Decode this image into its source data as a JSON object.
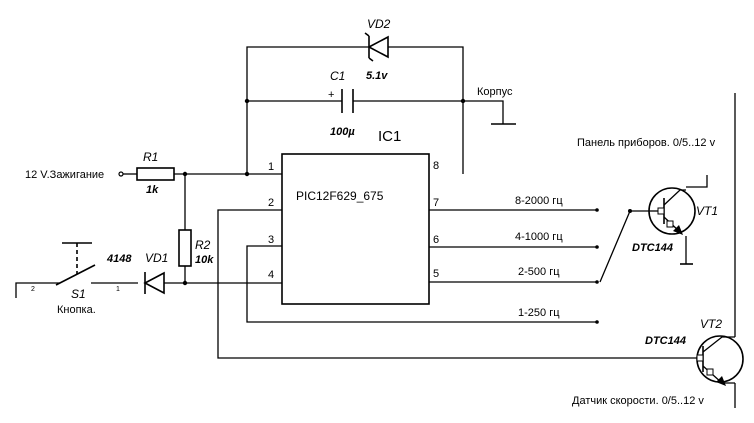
{
  "ic": {
    "name": "IC1",
    "part": "PIC12F629_675",
    "pins": [
      "1",
      "2",
      "3",
      "4",
      "5",
      "6",
      "7",
      "8"
    ]
  },
  "vd2": {
    "ref": "VD2",
    "value": "5.1v"
  },
  "c1": {
    "ref": "C1",
    "value": "100µ",
    "plus": "+"
  },
  "ground_label": "Корпус",
  "input_label": "12 V.Зажигание",
  "r1": {
    "ref": "R1",
    "value": "1k"
  },
  "r2": {
    "ref": "R2",
    "value": "10k"
  },
  "vd1": {
    "ref": "VD1",
    "value": "4148"
  },
  "s1": {
    "ref": "S1",
    "caption": "Кнопка.",
    "pin1": "1",
    "pin2": "2"
  },
  "outputs": {
    "p7": "8-2000 гц",
    "p6": "4-1000 гц",
    "p5": "2-500 гц",
    "p3": "1-250 гц"
  },
  "vt1": {
    "ref": "VT1",
    "part": "DTC144"
  },
  "vt2": {
    "ref": "VT2",
    "part": "DTC144"
  },
  "panel_label": "Панель приборов. 0/5..12 v",
  "sensor_label": "Датчик скорости. 0/5..12 v"
}
